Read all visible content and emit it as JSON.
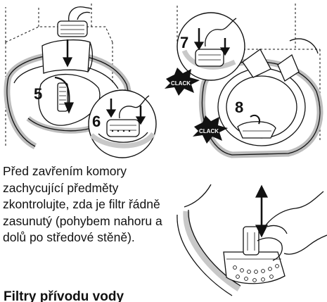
{
  "steps": {
    "step5": "5",
    "step6": "6",
    "step7": "7",
    "step8": "8"
  },
  "sound_labels": {
    "clack_upper": "CLACK",
    "clack_lower": "CLACK"
  },
  "text": {
    "note": "Před zavřením komory zachycující předměty zkontrolujte, zda je filtr řádně zasunutý (pohybem nahoru a dolů po středové stěně).",
    "heading": "Filtry přívodu vody"
  }
}
